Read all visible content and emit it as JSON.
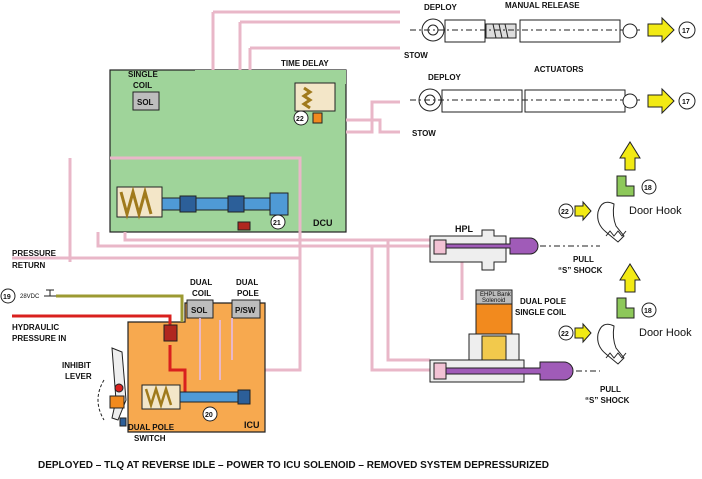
{
  "labels": {
    "deploy_top": "DEPLOY",
    "manual_release": "MANUAL RELEASE",
    "stow_top": "STOW",
    "deploy_mid": "DEPLOY",
    "actuators": "ACTUATORS",
    "stow_mid": "STOW",
    "single_coil_1": "SINGLE",
    "single_coil_2": "COIL",
    "sol_dcu": "SOL",
    "time_delay": "TIME DELAY",
    "dcu": "DCU",
    "pressure": "PRESSURE",
    "return": "RETURN",
    "vdc": "28VDC",
    "hydraulic_1": "HYDRAULIC",
    "hydraulic_2": "PRESSURE IN",
    "dual_coil_1": "DUAL",
    "dual_coil_2": "COIL",
    "sol_icu": "SOL",
    "dual_pole_1": "DUAL",
    "dual_pole_2": "POLE",
    "psw": "P/SW",
    "inhibit_1": "INHIBIT",
    "inhibit_2": "LEVER",
    "icu": "ICU",
    "dps_1": "DUAL POLE",
    "dps_2": "SWITCH",
    "hpl": "HPL",
    "ehpl_1": "EHPL Bank",
    "ehpl_2": "Solenoid",
    "dpsc_1": "DUAL POLE",
    "dpsc_2": "SINGLE COIL",
    "pull_1a": "PULL",
    "pull_1b": "“S” SHOCK",
    "pull_2a": "PULL",
    "pull_2b": "“S” SHOCK",
    "door_hook_1": "Door Hook",
    "door_hook_2": "Door Hook",
    "caption": "DEPLOYED – TLQ AT REVERSE IDLE – POWER TO ICU SOLENOID – REMOVED SYSTEM DEPRESSURIZED"
  },
  "refs": {
    "r17a": "17",
    "r17b": "17",
    "r18a": "18",
    "r18b": "18",
    "r19": "19",
    "r20": "20",
    "r21": "21",
    "r22a": "22",
    "r22b": "22",
    "r22c": "22"
  },
  "colors": {
    "dcu_fill": "#9fd49a",
    "icu_fill": "#f7a94f",
    "orange_block": "#f28a1e",
    "pink_line": "#e9b7c8",
    "red_line": "#d9201e",
    "olive_line": "#9c9a32",
    "purple_piston": "#a05bb8",
    "blue_spool": "#4f9ad6",
    "yellow_arrow": "#f2ea14",
    "green_tab": "#8dc85a"
  }
}
